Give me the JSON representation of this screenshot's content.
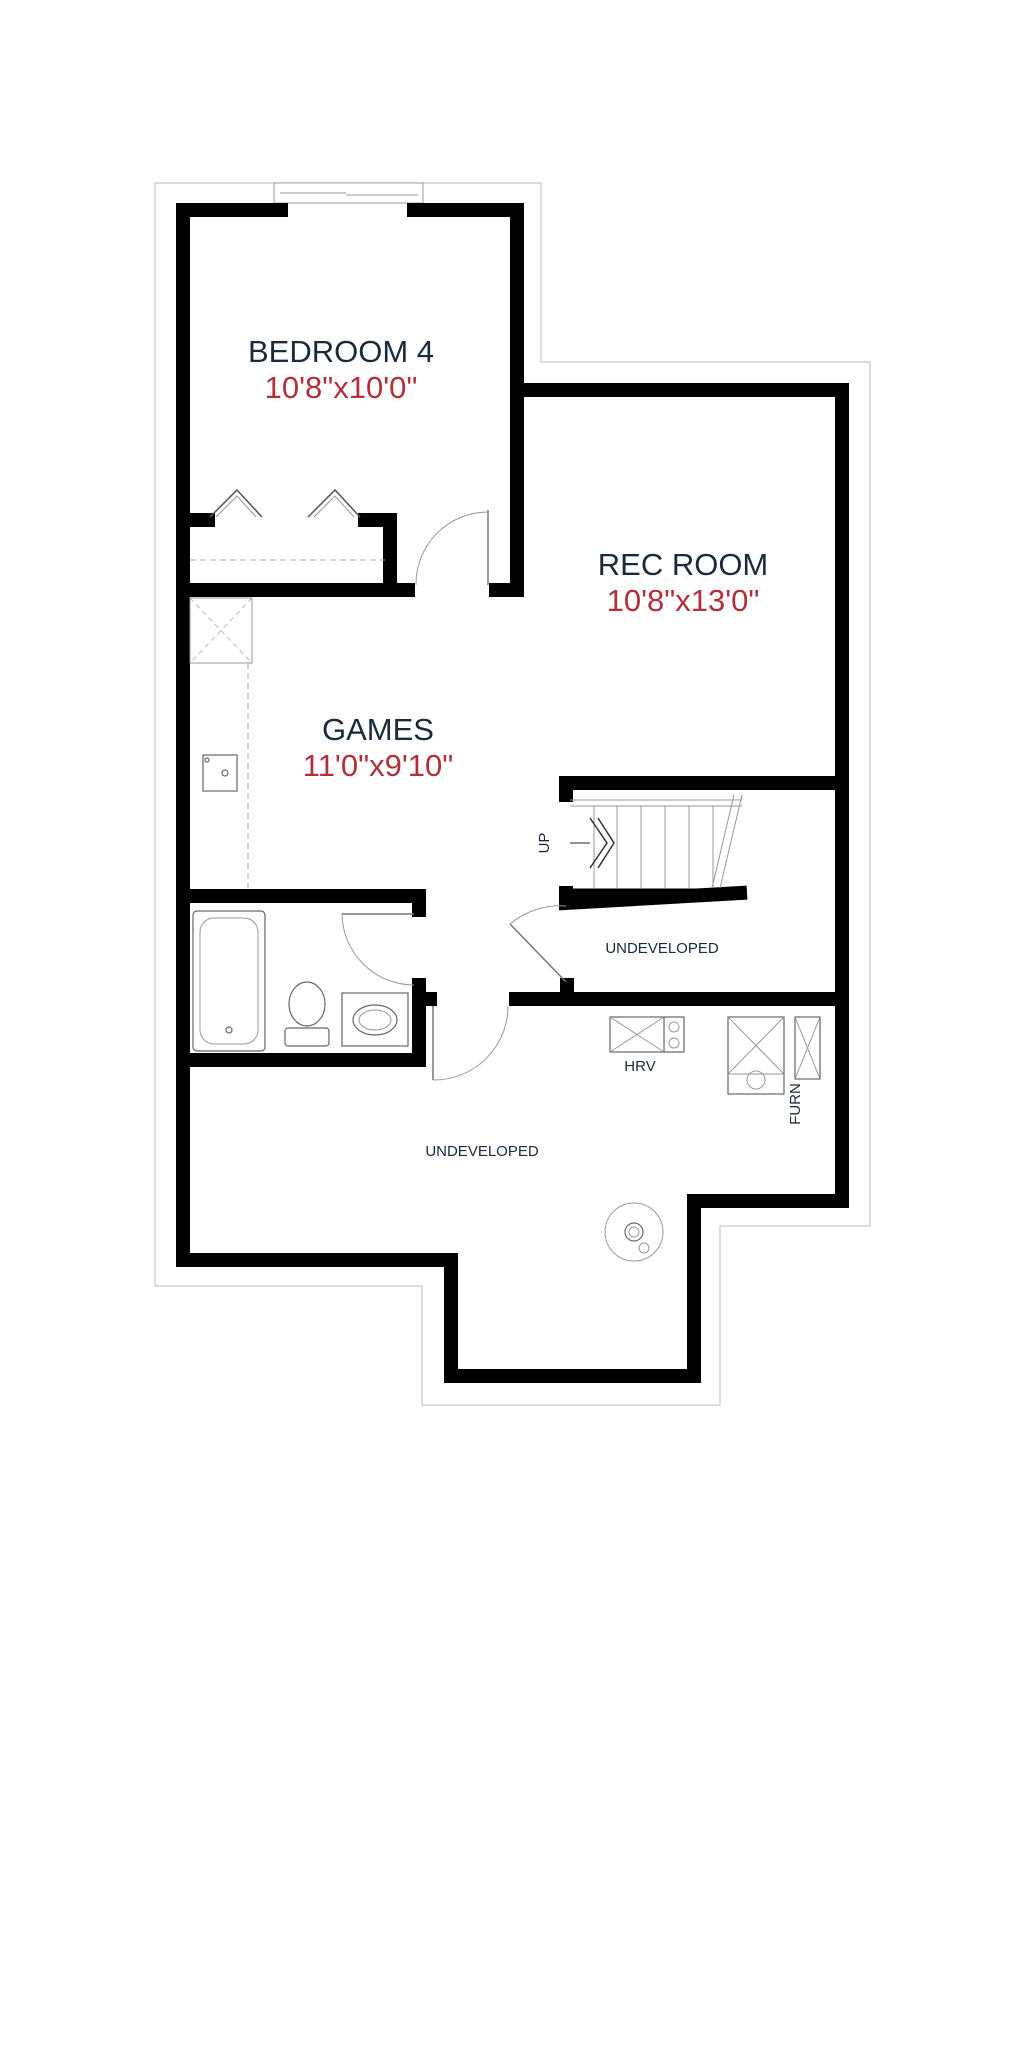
{
  "rooms": {
    "bedroom4": {
      "name": "BEDROOM 4",
      "dims": "10'8\"x10'0\""
    },
    "rec_room": {
      "name": "REC ROOM",
      "dims": "10'8\"x13'0\""
    },
    "games": {
      "name": "GAMES",
      "dims": "11'0\"x9'10\""
    },
    "undeveloped_small": {
      "name": "UNDEVELOPED"
    },
    "undeveloped_large": {
      "name": "UNDEVELOPED"
    }
  },
  "labels": {
    "stairs_up": "UP",
    "hrv": "HRV",
    "furnace": "FURN"
  },
  "colors": {
    "wall": "#000000",
    "room_name": "#1b2a3a",
    "room_dims": "#b1303a"
  }
}
